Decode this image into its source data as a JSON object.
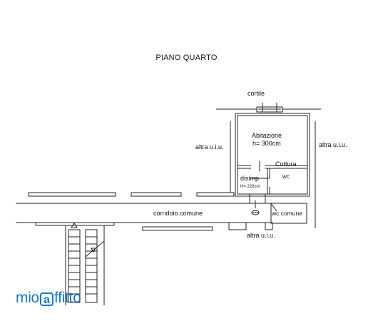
{
  "title": "PIANO QUARTO",
  "labels": {
    "cortile": "cortile",
    "abitazione": "Abitazione",
    "height_main": "h= 300cm",
    "altra_left": "altra u.i.u.",
    "altra_right": "altra u.i.u.",
    "altra_bottom": "altra u.i.u.",
    "cottura": "Cottura",
    "disimp": "disimp",
    "wc": "wc",
    "height_small": "H= 220cm",
    "corridoio": "corridoio comune",
    "wc_comune": "wc comune"
  },
  "logo": {
    "prefix": "mio",
    "at_letter": "a",
    "suffix": "ffitto",
    "color": "#1a77c0"
  }
}
